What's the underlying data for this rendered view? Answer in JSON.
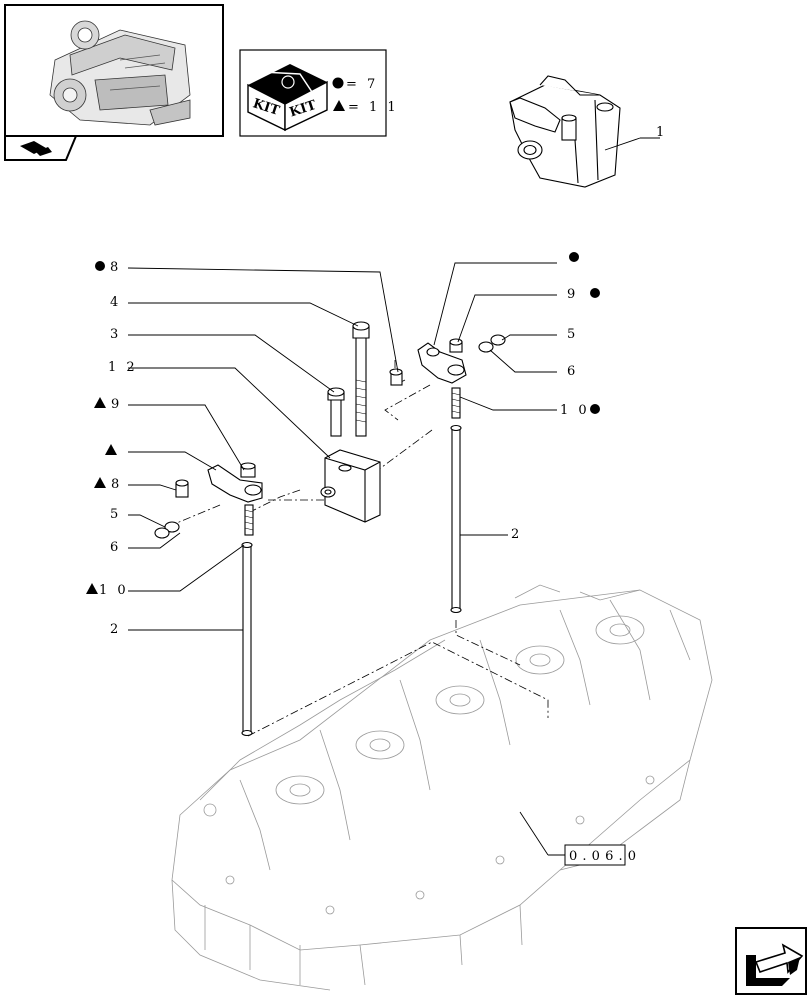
{
  "kit_legend": {
    "kit_label_1": "KIT",
    "kit_label_2": "KIT",
    "circle_kit_count": "= 7",
    "triangle_kit_count": "= 1 1"
  },
  "callouts": {
    "c1": "1",
    "c2_upper": "2",
    "c2_lower": "2",
    "c3": "3",
    "c4": "4",
    "c5_left": "5",
    "c5_right": "5",
    "c6_left": "6",
    "c6_right": "6",
    "c8_circle": "8",
    "c8_triangle": "8",
    "c9_circle": "9",
    "c9_triangle": "9",
    "c10_circle": "1 0",
    "c10_triangle": "1 0",
    "c12": "1 2"
  },
  "reference_box": "0 . 0 6 . 0",
  "icons": {
    "engine_thumbnail": "engine-icon",
    "section_tab": "book-arrow-icon",
    "kit_box": "kit-box-icon",
    "circle_marker": "black-circle-icon",
    "triangle_marker": "black-triangle-icon",
    "next_page": "next-page-arrow-icon"
  }
}
